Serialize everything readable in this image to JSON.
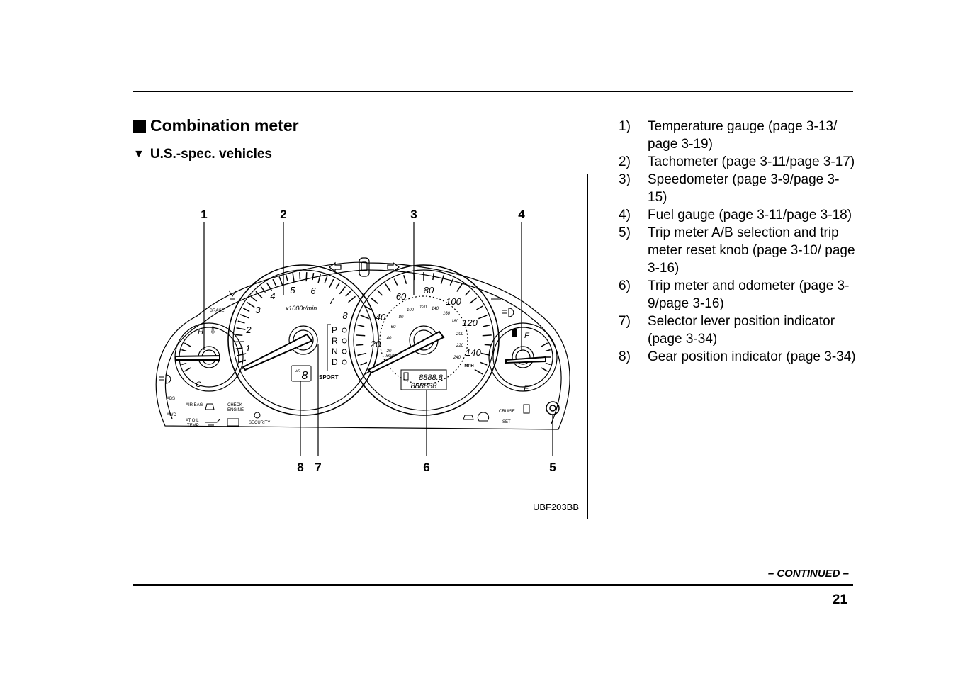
{
  "section": {
    "title": "Combination meter",
    "subtitle": "U.S.-spec. vehicles"
  },
  "figure": {
    "code": "UBF203BB",
    "callouts": [
      "1",
      "2",
      "3",
      "4",
      "5",
      "6",
      "7",
      "8"
    ],
    "tachometer": {
      "numbers": [
        "1",
        "2",
        "3",
        "4",
        "5",
        "6",
        "7",
        "8"
      ],
      "unit": "x1000r/min"
    },
    "speedometer": {
      "mph_numbers": [
        "20",
        "40",
        "60",
        "80",
        "100",
        "120",
        "140"
      ],
      "kmh_numbers": [
        "20",
        "40",
        "60",
        "80",
        "100",
        "120",
        "140",
        "160",
        "180",
        "200",
        "220",
        "240"
      ],
      "kmh_unit": "km/h",
      "mph_unit": "MPH",
      "odometer": "888888",
      "trip": "8888.8"
    },
    "temp_gauge": {
      "hot": "H",
      "cold": "C"
    },
    "fuel_gauge": {
      "full": "F",
      "empty": "E"
    },
    "selector": [
      "P",
      "R",
      "N",
      "D"
    ],
    "sport_label": "SPORT",
    "gear_digit": "8",
    "warning_labels": {
      "brake": "BRAKE",
      "abs": "ABS",
      "awd": "AWD",
      "airbag": "AIR BAG",
      "check_engine_1": "CHECK",
      "check_engine_2": "ENGINE",
      "at_oil_1": "AT OIL",
      "at_oil_2": "TEMP",
      "security": "SECURITY",
      "cruise": "CRUISE",
      "set": "SET"
    }
  },
  "legend": [
    {
      "num": "1)",
      "text": "Temperature gauge (page 3-13/ page 3-19)"
    },
    {
      "num": "2)",
      "text": "Tachometer (page 3-11/page 3-17)"
    },
    {
      "num": "3)",
      "text": "Speedometer (page 3-9/page 3-15)"
    },
    {
      "num": "4)",
      "text": "Fuel gauge (page 3-11/page 3-18)"
    },
    {
      "num": "5)",
      "text": "Trip meter A/B selection and trip meter reset knob (page 3-10/ page 3-16)"
    },
    {
      "num": "6)",
      "text": "Trip meter and odometer (page 3-9/page 3-16)"
    },
    {
      "num": "7)",
      "text": "Selector lever position indicator (page 3-34)"
    },
    {
      "num": "8)",
      "text": "Gear position indicator (page 3-34)"
    }
  ],
  "footer": {
    "continued": "– CONTINUED –",
    "page_number": "21"
  }
}
